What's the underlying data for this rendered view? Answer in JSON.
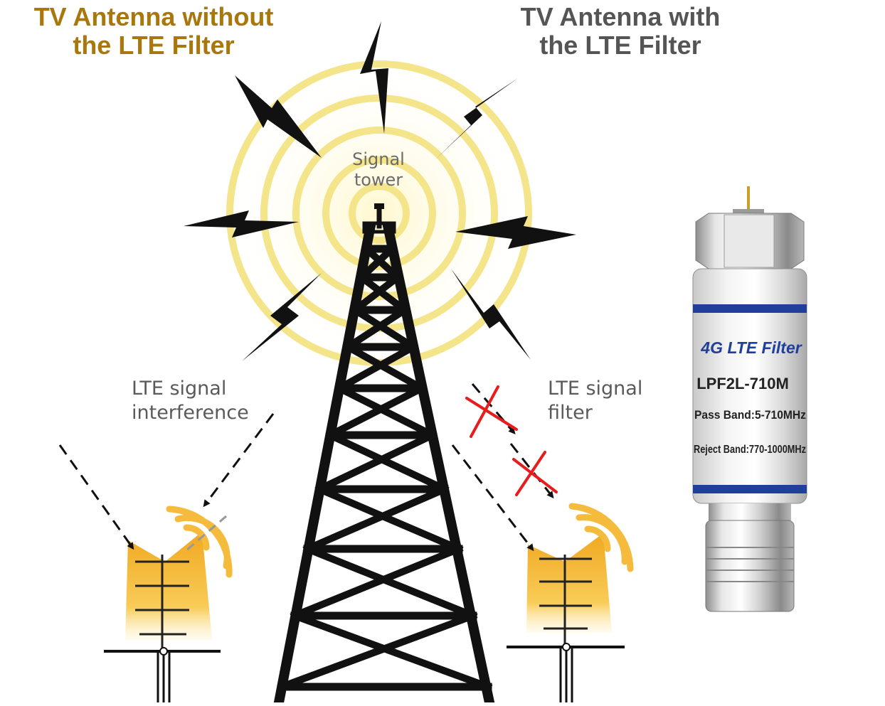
{
  "titles": {
    "left_line1": "TV Antenna without",
    "left_line2": "the LTE Filter",
    "right_line1": "TV Antenna with",
    "right_line2": "the LTE Filter"
  },
  "tower_label": {
    "line1": "Signal",
    "line2": "tower"
  },
  "left_note": {
    "line1": "LTE signal",
    "line2": "interference"
  },
  "right_note": {
    "line1": "LTE signal",
    "line2": "filter"
  },
  "filter_device": {
    "brand": "4G LTE Filter",
    "model": "LPF2L-710M",
    "pass_band": "Pass Band:5-710MHz",
    "reject_band": "Reject Band:770-1000MHz"
  },
  "colors": {
    "title_left": "#a8780e",
    "title_right": "#555555",
    "rings": "#f4e48a",
    "antenna": "#f2b233",
    "blocked_mark": "#e81c1c",
    "filter_band": "#1f3f9a"
  },
  "icons": [
    "lightning-bolt-icon",
    "signal-waves-icon",
    "blocked-cross-icon",
    "arrow-icon"
  ]
}
